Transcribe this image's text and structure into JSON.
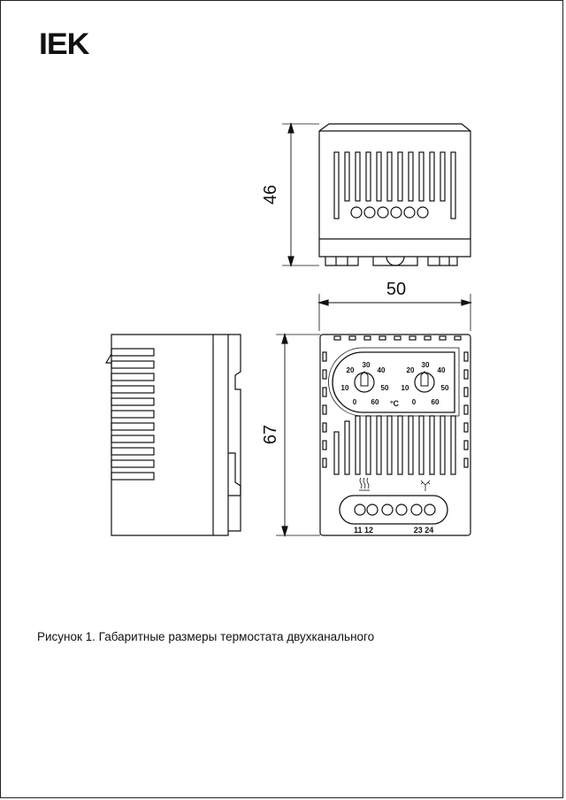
{
  "brand": {
    "logo_text": "IEK"
  },
  "dimensions": {
    "height_top": "46",
    "width": "50",
    "height_front": "67"
  },
  "dial_left": {
    "labels": [
      "30",
      "20",
      "40",
      "10",
      "50",
      "0",
      "60"
    ]
  },
  "dial_right": {
    "labels": [
      "30",
      "20",
      "40",
      "10",
      "50",
      "0",
      "60"
    ]
  },
  "unit": "°C",
  "terminals": {
    "left_label": "11 12",
    "right_label": "23 24"
  },
  "caption": "Рисунок 1. Габаритные размеры термостата двухканального"
}
